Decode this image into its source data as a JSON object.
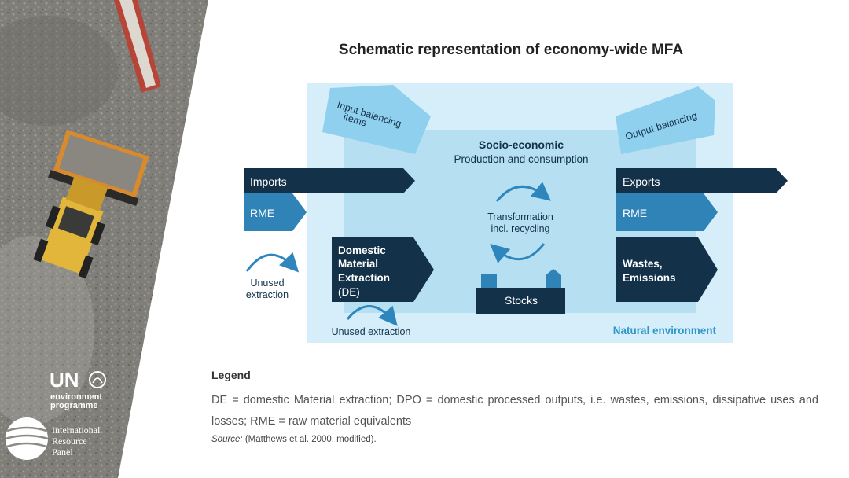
{
  "title": "Schematic representation of economy-wide MFA",
  "diagram": {
    "input_balancing": [
      "Input balancing",
      "items"
    ],
    "output_balancing": "Output balancing",
    "socio_title": "Socio-economic",
    "socio_subtitle": "Production and consumption",
    "imports": "Imports",
    "rme_left": "RME",
    "exports": "Exports",
    "rme_right": "RME",
    "transformation": [
      "Transformation",
      "incl. recycling"
    ],
    "domestic": [
      "Domestic",
      "Material",
      "Extraction",
      "(DE)"
    ],
    "wastes": [
      "Wastes,",
      "Emissions"
    ],
    "stocks": "Stocks",
    "unused_left": [
      "Unused",
      "extraction"
    ],
    "unused_bottom": "Unused extraction",
    "natural_env": "Natural environment"
  },
  "legend": {
    "heading": "Legend",
    "text": "DE = domestic Material extraction; DPO = domestic processed outputs, i.e. wastes, emissions, dissipative uses and losses; RME = raw material equivalents",
    "source_label": "Source:",
    "source_text": " (Matthews et al. 2000, modified)."
  },
  "logos": {
    "un_letters": "UN",
    "un_sub": [
      "environment",
      "programme"
    ],
    "irp": [
      "International",
      "Resource",
      "Panel"
    ]
  },
  "colors": {
    "navy": "#13324a",
    "mid_blue": "#2f83b6",
    "light_box": "#d5eefa",
    "inner_box": "#b6dff2",
    "balancing": "#8fd0ee",
    "arrow": "#2e86bd"
  }
}
